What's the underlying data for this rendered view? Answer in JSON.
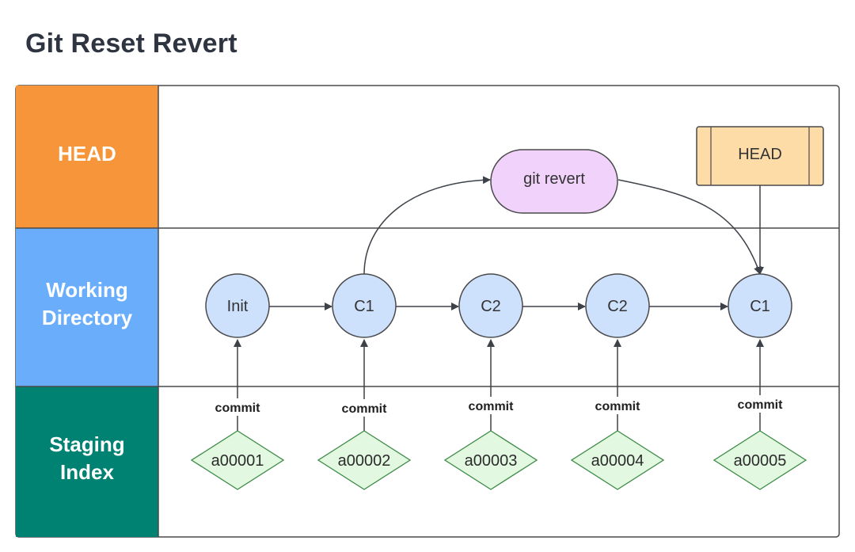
{
  "title": "Git Reset Revert",
  "lanes": [
    {
      "id": "head",
      "lines": [
        "HEAD"
      ],
      "color": "#f7953a"
    },
    {
      "id": "working",
      "lines": [
        "Working",
        "Directory"
      ],
      "color": "#6aaefb"
    },
    {
      "id": "staging",
      "lines": [
        "Staging",
        "Index"
      ],
      "color": "#008272"
    }
  ],
  "commits": [
    {
      "id": "init",
      "label": "Init",
      "hash": "a00001",
      "commit_label": "commit"
    },
    {
      "id": "c1",
      "label": "C1",
      "hash": "a00002",
      "commit_label": "commit"
    },
    {
      "id": "c2a",
      "label": "C2",
      "hash": "a00003",
      "commit_label": "commit"
    },
    {
      "id": "c2b",
      "label": "C2",
      "hash": "a00004",
      "commit_label": "commit"
    },
    {
      "id": "c1b",
      "label": "C1",
      "hash": "a00005",
      "commit_label": "commit"
    }
  ],
  "revert": {
    "label": "git revert",
    "color": "#f1d2fb"
  },
  "head_pointer": {
    "label": "HEAD",
    "color": "#fedca8"
  },
  "colors": {
    "commit_fill": "#cde1fd",
    "hash_fill": "#e3f8e1",
    "hash_stroke": "#3c8a46",
    "line": "#3d4148",
    "border": "#4a4a4a"
  }
}
